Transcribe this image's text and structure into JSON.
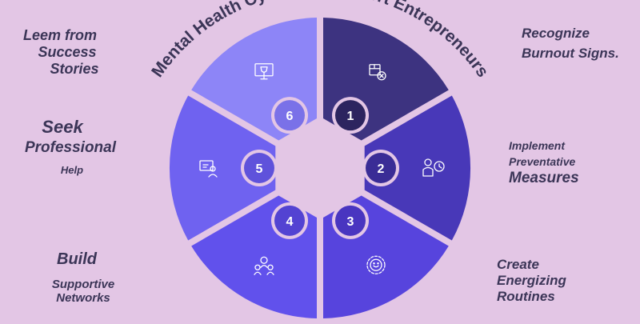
{
  "diagram": {
    "title": "Mental Health Cycle for Introvert Entrepreneurs",
    "colors": {
      "background": "#e3c6e5",
      "text": "#3b3557",
      "gap": "#ead3ec"
    },
    "steps": [
      {
        "number": "1",
        "label_lines": [
          "Recognize",
          "Burnout Signs."
        ],
        "color": "#3d3380",
        "badge_color": "#2c245f",
        "icon": "broken-box-icon"
      },
      {
        "number": "2",
        "label_lines": [
          "Implement",
          "Preventative",
          "Measures"
        ],
        "color": "#4838b8",
        "badge_color": "#3a2c96",
        "icon": "person-clock-icon"
      },
      {
        "number": "3",
        "label_lines": [
          "Create",
          "Energizing",
          "Routines"
        ],
        "color": "#5744dd",
        "badge_color": "#4935c0",
        "icon": "smiley-icon"
      },
      {
        "number": "4",
        "label_lines": [
          "Build",
          "Supportive",
          "Networks"
        ],
        "color": "#6151ec",
        "badge_color": "#5343d2",
        "icon": "people-network-icon"
      },
      {
        "number": "5",
        "label_lines": [
          "Seek",
          "Professional",
          "Help"
        ],
        "color": "#6f62f0",
        "badge_color": "#5f52db",
        "icon": "help-board-icon"
      },
      {
        "number": "6",
        "label_lines": [
          "Leem from",
          "Success",
          "Stories"
        ],
        "color": "#8d85f7",
        "badge_color": "#7a71e8",
        "icon": "trophy-screen-icon"
      }
    ]
  }
}
